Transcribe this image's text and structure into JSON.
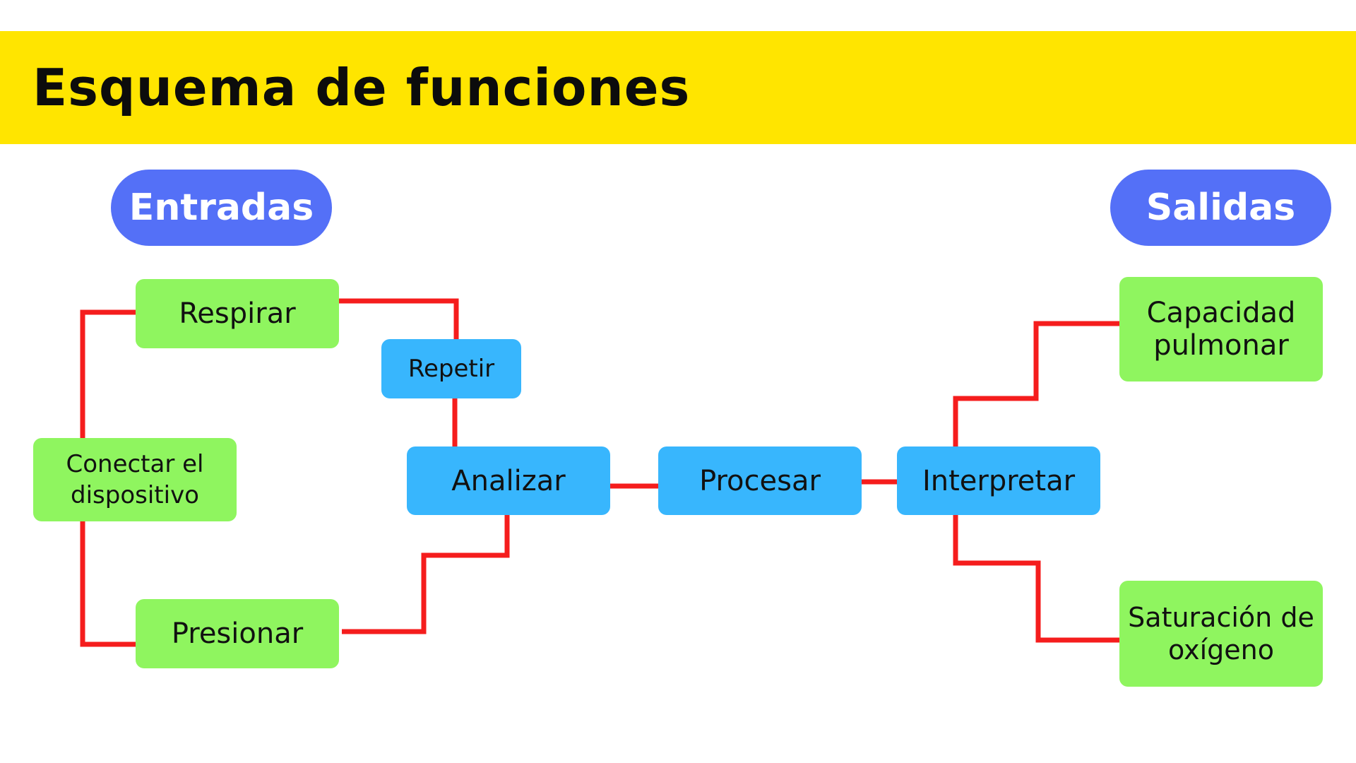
{
  "header": {
    "title": "Esquema de funciones"
  },
  "colors": {
    "banner": "#ffe500",
    "pill": "#5470f7",
    "input_output": "#8ff55f",
    "process": "#38b6fd",
    "connector": "#f51d1d"
  },
  "labels": {
    "inputs": "Entradas",
    "outputs": "Salidas"
  },
  "nodes": {
    "respirar": "Respirar",
    "conectar": "Conectar el\ndispositivo",
    "presionar": "Presionar",
    "repetir": "Repetir",
    "analizar": "Analizar",
    "procesar": "Procesar",
    "interpretar": "Interpretar",
    "capacidad": "Capacidad\npulmonar",
    "saturacion": "Saturación de\noxígeno"
  }
}
